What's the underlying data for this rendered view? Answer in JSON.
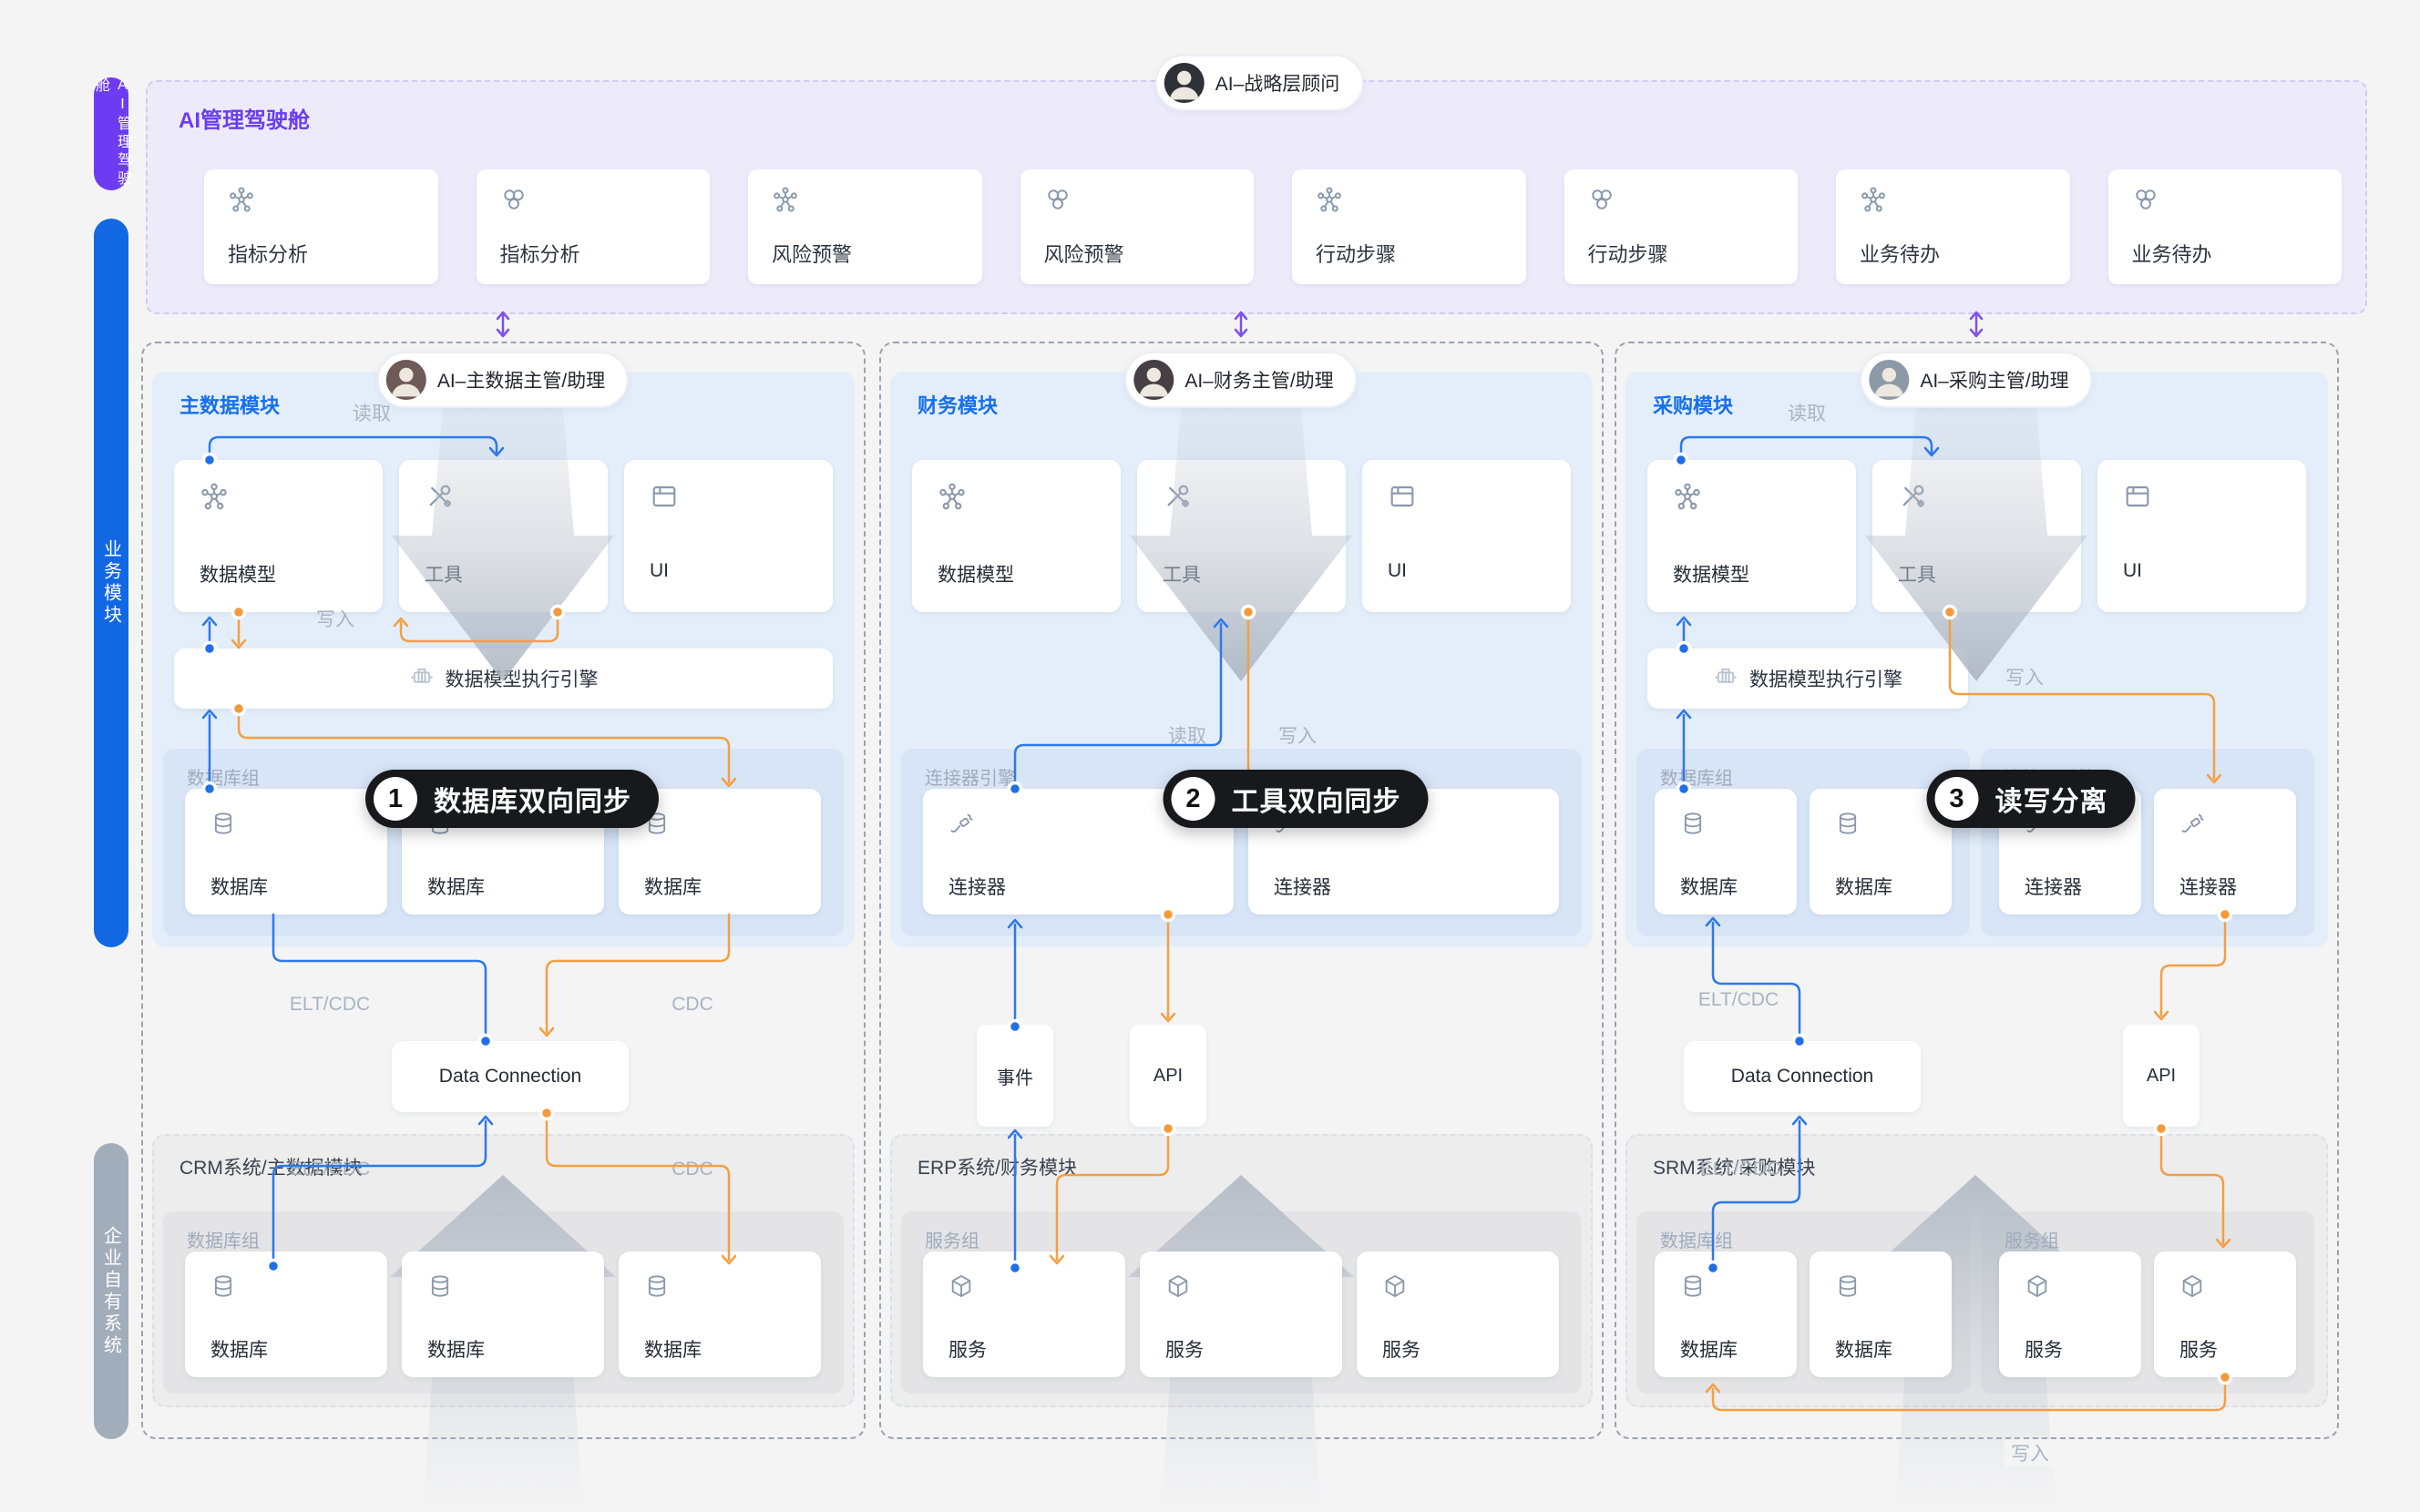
{
  "sidebar": {
    "cockpit_tab": "AI管理驾驶舱",
    "business_tab": "业务模块",
    "enterprise_tab": "企业自有系统"
  },
  "cockpit": {
    "title": "AI管理驾驶舱",
    "advisor": "AI–战略层顾问",
    "cards": [
      {
        "icon": "node-graph",
        "label": "指标分析"
      },
      {
        "icon": "chain",
        "label": "指标分析"
      },
      {
        "icon": "node-graph",
        "label": "风险预警"
      },
      {
        "icon": "chain",
        "label": "风险预警"
      },
      {
        "icon": "node-graph",
        "label": "行动步骤"
      },
      {
        "icon": "chain",
        "label": "行动步骤"
      },
      {
        "icon": "node-graph",
        "label": "业务待办"
      },
      {
        "icon": "chain",
        "label": "业务待办"
      }
    ]
  },
  "columns": [
    {
      "agent": "AI–主数据主管/助理",
      "module": {
        "title": "主数据模块",
        "cards": [
          {
            "icon": "node-graph",
            "label": "数据模型"
          },
          {
            "icon": "tools",
            "label": "工具"
          },
          {
            "icon": "browser",
            "label": "UI"
          }
        ],
        "engine": "数据模型执行引擎",
        "groups": [
          {
            "label": "数据库组",
            "cards": [
              {
                "icon": "database",
                "label": "数据库"
              },
              {
                "icon": "database",
                "label": "数据库"
              },
              {
                "icon": "database",
                "label": "数据库"
              }
            ]
          }
        ]
      },
      "badge": {
        "number": "1",
        "text": "数据库双向同步"
      },
      "wire_labels": {
        "read": "读取",
        "write": "写入",
        "elt_top": "ELT/CDC",
        "cdc_top": "CDC",
        "elt_bottom": "ELT/CDC",
        "cdc_bottom": "CDC"
      },
      "connection": "Data Connection",
      "enterprise": {
        "title": "CRM系统/主数据模块",
        "groups": [
          {
            "label": "数据库组",
            "cards": [
              {
                "icon": "database",
                "label": "数据库"
              },
              {
                "icon": "database",
                "label": "数据库"
              },
              {
                "icon": "database",
                "label": "数据库"
              }
            ]
          }
        ]
      }
    },
    {
      "agent": "AI–财务主管/助理",
      "module": {
        "title": "财务模块",
        "cards": [
          {
            "icon": "node-graph",
            "label": "数据模型"
          },
          {
            "icon": "tools",
            "label": "工具"
          },
          {
            "icon": "browser",
            "label": "UI"
          }
        ],
        "groups": [
          {
            "label": "连接器引擎",
            "cards": [
              {
                "icon": "connector",
                "label": "连接器"
              },
              {
                "icon": "connector",
                "label": "连接器"
              }
            ]
          }
        ]
      },
      "badge": {
        "number": "2",
        "text": "工具双向同步"
      },
      "wire_labels": {
        "read": "读取",
        "write": "写入"
      },
      "boxes": {
        "event": "事件",
        "api": "API"
      },
      "enterprise": {
        "title": "ERP系统/财务模块",
        "groups": [
          {
            "label": "服务组",
            "cards": [
              {
                "icon": "service",
                "label": "服务"
              },
              {
                "icon": "service",
                "label": "服务"
              },
              {
                "icon": "service",
                "label": "服务"
              }
            ]
          }
        ]
      }
    },
    {
      "agent": "AI–采购主管/助理",
      "module": {
        "title": "采购模块",
        "cards": [
          {
            "icon": "node-graph",
            "label": "数据模型"
          },
          {
            "icon": "tools",
            "label": "工具"
          },
          {
            "icon": "browser",
            "label": "UI"
          }
        ],
        "engine": "数据模型执行引擎",
        "groups": [
          {
            "label": "数据库组",
            "cards": [
              {
                "icon": "database",
                "label": "数据库"
              },
              {
                "icon": "database",
                "label": "数据库"
              }
            ]
          },
          {
            "label": "连接器引擎",
            "cards": [
              {
                "icon": "connector",
                "label": "连接器"
              },
              {
                "icon": "connector",
                "label": "连接器"
              }
            ]
          }
        ]
      },
      "badge": {
        "number": "3",
        "text": "读写分离"
      },
      "wire_labels": {
        "read": "读取",
        "write": "写入",
        "elt_top": "ELT/CDC",
        "elt_bottom": "ELT/CDC",
        "write_bottom": "写入"
      },
      "connection": "Data Connection",
      "boxes": {
        "api": "API"
      },
      "enterprise": {
        "title": "SRM系统/采购模块",
        "groups": [
          {
            "label": "数据库组",
            "cards": [
              {
                "icon": "database",
                "label": "数据库"
              },
              {
                "icon": "database",
                "label": "数据库"
              }
            ]
          },
          {
            "label": "服务组",
            "cards": [
              {
                "icon": "service",
                "label": "服务"
              },
              {
                "icon": "service",
                "label": "服务"
              }
            ]
          }
        ]
      }
    }
  ],
  "colors": {
    "accent_purple": "#6a3df2",
    "accent_blue": "#1770e8",
    "wire_blue": "#2e79ea",
    "wire_orange": "#f59f43",
    "badge_bg": "#17191d"
  }
}
